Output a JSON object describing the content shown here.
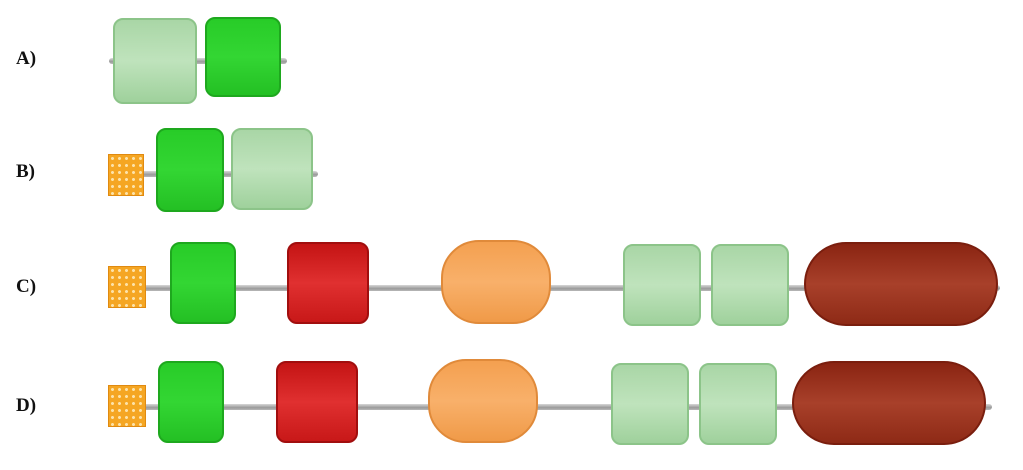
{
  "rows": [
    {
      "label": "A)"
    },
    {
      "label": "B)"
    },
    {
      "label": "C)"
    },
    {
      "label": "D)"
    }
  ],
  "colors": {
    "light_green": "#bfe3bc",
    "green": "#2fd12f",
    "red": "#d92424",
    "orange": "#f6a860",
    "brown": "#9a3520",
    "low_complexity": "#f5a623",
    "backbone": "#b0b0b0"
  }
}
